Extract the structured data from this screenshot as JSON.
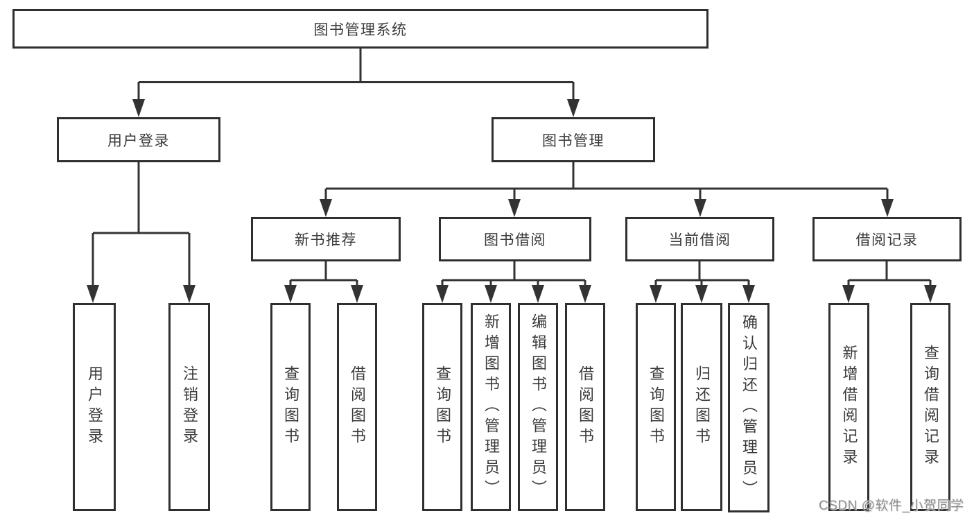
{
  "diagram_title": "图书管理系统",
  "tree": {
    "label": "图书管理系统",
    "children": [
      {
        "label": "用户登录",
        "children": [
          {
            "label": "用户登录"
          },
          {
            "label": "注销登录"
          }
        ]
      },
      {
        "label": "图书管理",
        "children": [
          {
            "label": "新书推荐",
            "children": [
              {
                "label": "查询图书"
              },
              {
                "label": "借阅图书"
              }
            ]
          },
          {
            "label": "图书借阅",
            "children": [
              {
                "label": "查询图书"
              },
              {
                "label": "新增图书（管理员）"
              },
              {
                "label": "编辑图书（管理员）"
              },
              {
                "label": "借阅图书"
              }
            ]
          },
          {
            "label": "当前借阅",
            "children": [
              {
                "label": "查询图书"
              },
              {
                "label": "归还图书"
              },
              {
                "label": "确认归还（管理员）"
              }
            ]
          },
          {
            "label": "借阅记录",
            "children": [
              {
                "label": "新增借阅记录"
              },
              {
                "label": "查询借阅记录"
              }
            ]
          }
        ]
      }
    ]
  },
  "watermark": {
    "text": "CSDN @软件_小贺同学"
  },
  "colors": {
    "line": "#333333",
    "border": "#2f2f2f",
    "text": "#3a3a3a",
    "background": "#ffffff",
    "watermark": "#8f8f8f"
  }
}
